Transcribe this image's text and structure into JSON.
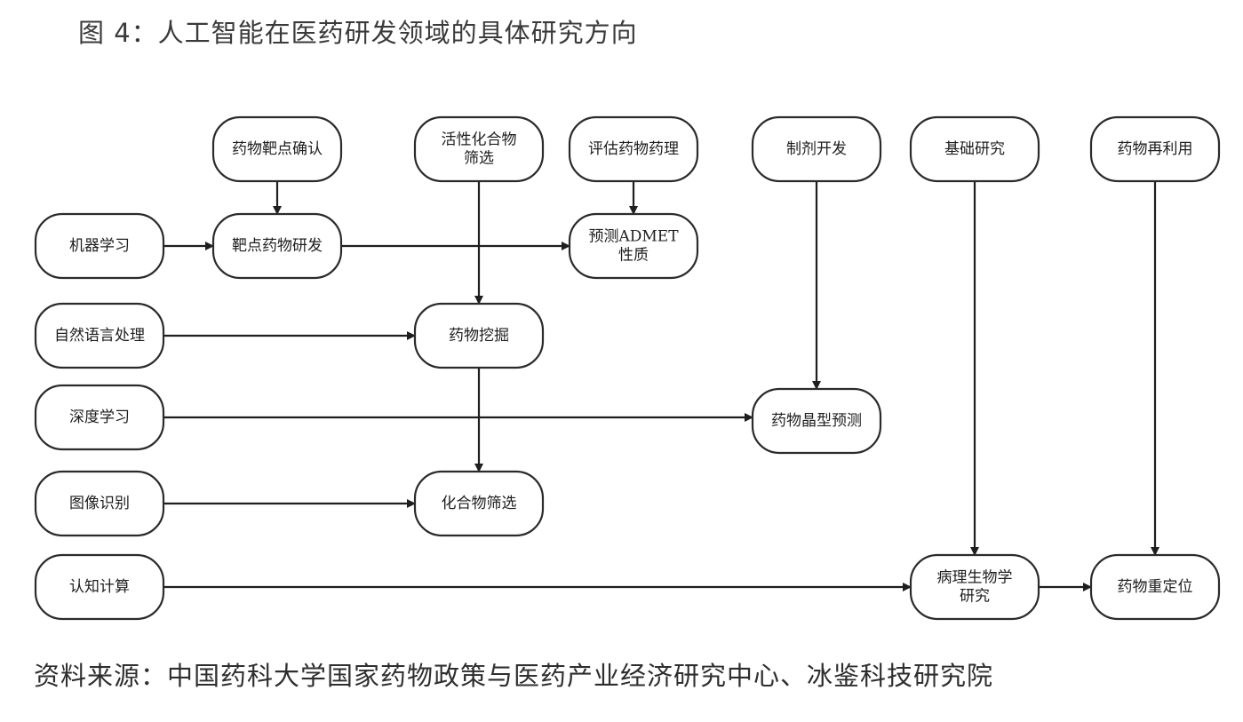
{
  "title": "图 4：人工智能在医药研发领域的具体研究方向",
  "source": "资料来源：中国药科大学国家药物政策与医药产业经济研究中心、冰鉴科技研究院",
  "nodes": [
    {
      "id": "target-confirm",
      "lines": [
        "药物靶点确认"
      ]
    },
    {
      "id": "active-compound",
      "lines": [
        "活性化合物",
        "筛选"
      ]
    },
    {
      "id": "eval-pharm",
      "lines": [
        "评估药物药理"
      ]
    },
    {
      "id": "formulation",
      "lines": [
        "制剂开发"
      ]
    },
    {
      "id": "basic-research",
      "lines": [
        "基础研究"
      ]
    },
    {
      "id": "drug-reuse",
      "lines": [
        "药物再利用"
      ]
    },
    {
      "id": "machine-learning",
      "lines": [
        "机器学习"
      ]
    },
    {
      "id": "target-drug-dev",
      "lines": [
        "靶点药物研发"
      ]
    },
    {
      "id": "admet",
      "lines": [
        "预测ADMET",
        "性质"
      ]
    },
    {
      "id": "nlp",
      "lines": [
        "自然语言处理"
      ]
    },
    {
      "id": "drug-mining",
      "lines": [
        "药物挖掘"
      ]
    },
    {
      "id": "deep-learning",
      "lines": [
        "深度学习"
      ]
    },
    {
      "id": "crystal-pred",
      "lines": [
        "药物晶型预测"
      ]
    },
    {
      "id": "image-recog",
      "lines": [
        "图像识别"
      ]
    },
    {
      "id": "compound-screen",
      "lines": [
        "化合物筛选"
      ]
    },
    {
      "id": "cognitive",
      "lines": [
        "认知计算"
      ]
    },
    {
      "id": "pathobio",
      "lines": [
        "病理生物学",
        "研究"
      ]
    },
    {
      "id": "repositioning",
      "lines": [
        "药物重定位"
      ]
    }
  ],
  "edges": [
    {
      "from": "target-confirm",
      "to": "target-drug-dev"
    },
    {
      "from": "eval-pharm",
      "to": "admet"
    },
    {
      "from": "machine-learning",
      "to": "target-drug-dev"
    },
    {
      "from": "target-drug-dev",
      "to": "admet"
    },
    {
      "from": "active-compound",
      "to": "drug-mining"
    },
    {
      "from": "nlp",
      "to": "drug-mining"
    },
    {
      "from": "drug-mining",
      "to": "compound-screen"
    },
    {
      "from": "formulation",
      "to": "crystal-pred"
    },
    {
      "from": "deep-learning",
      "to": "crystal-pred"
    },
    {
      "from": "image-recog",
      "to": "compound-screen"
    },
    {
      "from": "basic-research",
      "to": "pathobio"
    },
    {
      "from": "drug-reuse",
      "to": "repositioning"
    },
    {
      "from": "cognitive",
      "to": "pathobio"
    },
    {
      "from": "pathobio",
      "to": "repositioning"
    }
  ]
}
